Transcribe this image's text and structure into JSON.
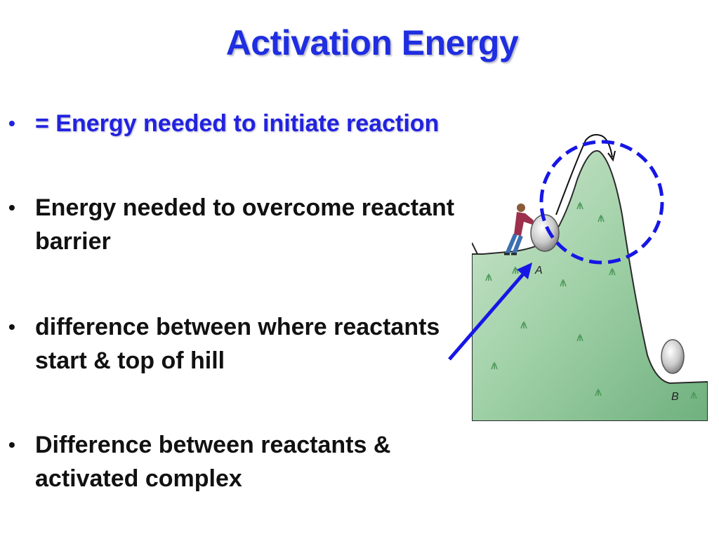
{
  "slide": {
    "title": "Activation Energy",
    "bullet_marker": "•",
    "bullets": [
      {
        "text": "= Energy needed to initiate reaction"
      },
      {
        "text": "Energy needed to overcome reactant\nbarrier"
      },
      {
        "text": "difference between where reactants\nstart &  top of hill"
      },
      {
        "text": "Difference between reactants &\nactivated complex"
      }
    ]
  },
  "figure": {
    "labels": {
      "start": "A",
      "end": "B"
    },
    "colors": {
      "hill": "#8fc49a",
      "annotation": "#1616e6"
    }
  }
}
